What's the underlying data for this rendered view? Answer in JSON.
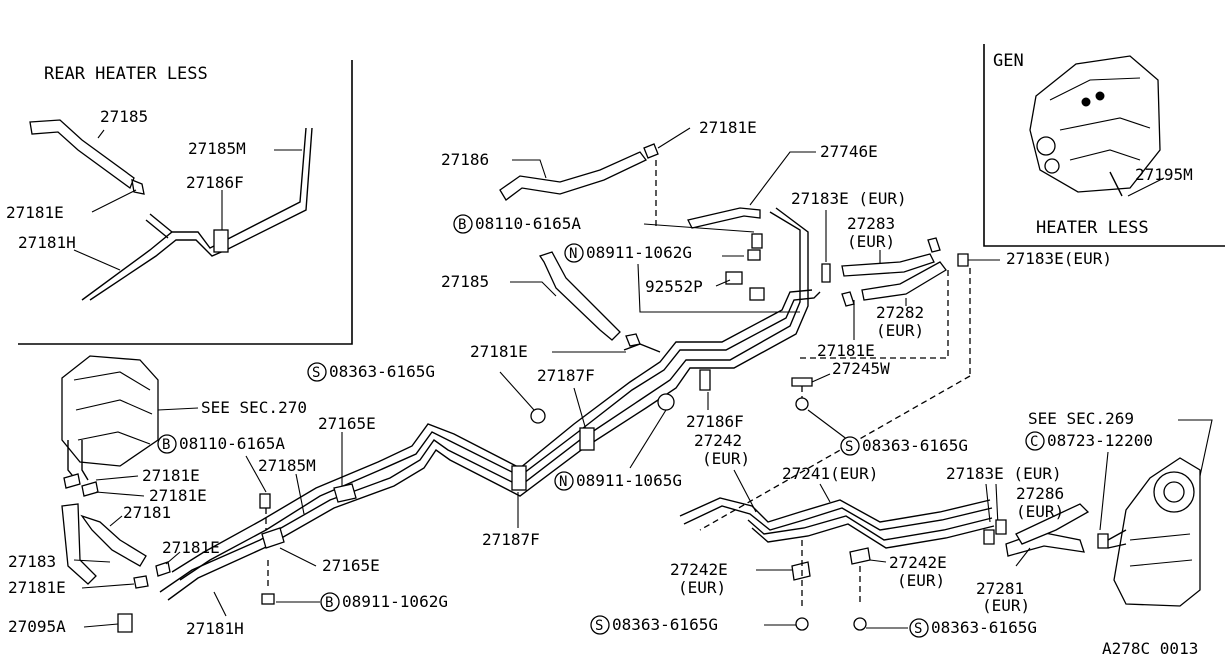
{
  "insets": {
    "rear_heater_less": {
      "title": "REAR HEATER LESS",
      "labels": [
        "27185",
        "27185M",
        "27186F",
        "27181E",
        "27181H"
      ]
    },
    "gen": {
      "title": "GEN",
      "labels": [
        "27195M"
      ],
      "caption": "HEATER LESS"
    }
  },
  "labels": {
    "p27181E_top": "27181E",
    "p27746E": "27746E",
    "p27186": "27186",
    "p08110_6165A_top": "08110-6165A",
    "p08911_1062G_top": "08911-1062G",
    "p27185": "27185",
    "p92552P": "92552P",
    "p27183E_eur_top": "27183E (EUR)",
    "p27283": "27283",
    "p27283_eur": "(EUR)",
    "p27183E_eur_right": "27183E(EUR)",
    "p27282": "27282",
    "p27282_eur": "(EUR)",
    "p27181E_mid": "27181E",
    "p27181E_right": "27181E",
    "p27245W": "27245W",
    "p08363_6165G_left": "08363-6165G",
    "p27187F": "27187F",
    "p27186F": "27186F",
    "see_sec_270": "SEE SEC.270",
    "p27165E_top": "27165E",
    "p08110_6165A_bottom": "08110-6165A",
    "p27185M": "27185M",
    "p27181E_l1": "27181E",
    "p27181E_l2": "27181E",
    "p27181": "27181",
    "p27183": "27183",
    "p27181E_l3": "27181E",
    "p27181E_l4": "27181E",
    "p27095A": "27095A",
    "p27165E_bottom": "27165E",
    "p27181H": "27181H",
    "p08911_1062G_bottom": "08911-1062G",
    "p27187F_bottom": "27187F",
    "p08911_1065G": "08911-1065G",
    "p27242": "27242",
    "p27242_eur": "(EUR)",
    "p27241_eur": "27241(EUR)",
    "p08363_6165G_mid": "08363-6165G",
    "see_sec_269": "SEE SEC.269",
    "p08723_12200": "08723-12200",
    "p27183E_eur_bottom": "27183E (EUR)",
    "p27286": "27286",
    "p27286_eur": "(EUR)",
    "p27242E_left": "27242E",
    "p27242E_left_eur": "(EUR)",
    "p27242E_right": "27242E",
    "p27242E_right_eur": "(EUR)",
    "p27281": "27281",
    "p27281_eur": "(EUR)",
    "p08363_6165G_b1": "08363-6165G",
    "p08363_6165G_b2": "08363-6165G",
    "figure_code": "A278C 0013"
  },
  "symbols": {
    "bolt": "B",
    "nut": "N",
    "screw": "S",
    "clip": "C"
  }
}
